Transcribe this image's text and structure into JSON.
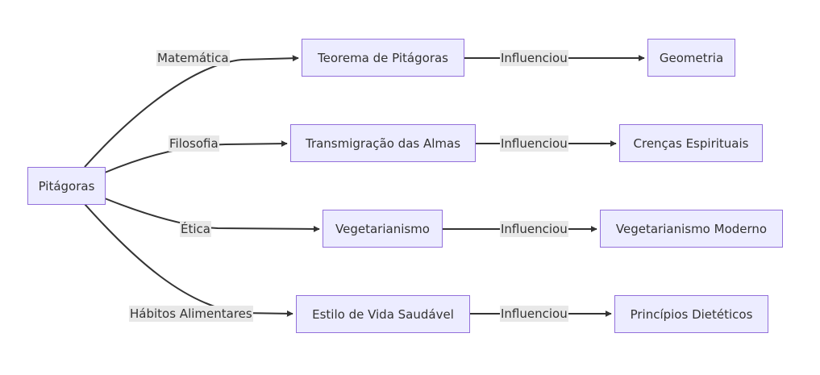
{
  "nodes": {
    "root": "Pitágoras",
    "teorema": "Teorema de Pitágoras",
    "transmigracao": "Transmigração das Almas",
    "vegetarianismo": "Vegetarianismo",
    "estilo": "Estilo de Vida Saudável",
    "geometria": "Geometria",
    "crencas": "Crenças Espirituais",
    "veg_moderno": "Vegetarianismo Moderno",
    "principios": "Princípios Dietéticos"
  },
  "edge_labels": {
    "matematica": "Matemática",
    "filosofia": "Filosofia",
    "etica": "Ética",
    "habitos": "Hábitos Alimentares",
    "influenciou_1": "Influenciou",
    "influenciou_2": "Influenciou",
    "influenciou_3": "Influenciou",
    "influenciou_4": "Influenciou"
  },
  "colors": {
    "node_fill": "#ececff",
    "node_border": "#9370db",
    "edge": "#333333",
    "label_bg": "#e8e8e8"
  }
}
